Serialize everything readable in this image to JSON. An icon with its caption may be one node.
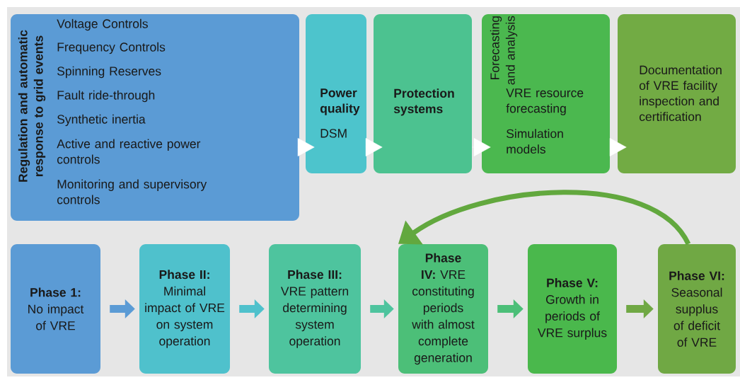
{
  "diagram": {
    "nodes": [
      {
        "text": [
          "Regulation and automatic response to grid events",
          "Voltage Controls",
          "Frequency Controls",
          "Spinning Reserves",
          "Fault ride-through",
          "Synthetic inertia",
          "Active and reactive power controls",
          "Monitoring and supervisory controls"
        ]
      },
      {
        "text": [
          "Power quality",
          "DSM"
        ]
      },
      {
        "text": [
          "Protection systems"
        ]
      },
      {
        "text": [
          "Forecasting and analysis",
          "VRE resource forecasting",
          "Simulation models"
        ]
      },
      {
        "text": [
          "Documentation of VRE facility inspection and certification"
        ]
      },
      {
        "text": [
          "**Phase 1:** No impact of VRE"
        ]
      },
      {
        "text": [
          "**Phase II:** Minimal impact of VRE on system operation"
        ]
      },
      {
        "text": [
          "**Phase III:** VRE pattern determining system operation"
        ]
      },
      {
        "text": [
          "**Phase IV:** VRE constituting periods with almost complete generation"
        ]
      },
      {
        "text": [
          "**Phase V:** Growth in periods of VRE surplus"
        ]
      },
      {
        "text": [
          "**Phase VI:** Seasonal supplus of deficit of VRE"
        ]
      }
    ],
    "edges": [
      {
        "from": 0,
        "to": 1,
        "arrow": "to",
        "color": "#ffffff"
      },
      {
        "from": 1,
        "to": 2,
        "arrow": "to",
        "color": "#ffffff"
      },
      {
        "from": 2,
        "to": 3,
        "arrow": "to",
        "color": "#ffffff"
      },
      {
        "from": 3,
        "to": 4,
        "arrow": "to",
        "color": "#ffffff"
      },
      {
        "from": 5,
        "to": 6,
        "arrow": "to",
        "color": "#5b9bd5"
      },
      {
        "from": 6,
        "to": 7,
        "arrow": "to",
        "color": "#4fc1cc"
      },
      {
        "from": 7,
        "to": 8,
        "arrow": "to",
        "color": "#4ec49e"
      },
      {
        "from": 8,
        "to": 9,
        "arrow": "to",
        "color": "#4cbf78"
      },
      {
        "from": 9,
        "to": 10,
        "arrow": "to",
        "color": "#70a844"
      },
      {
        "from": 10,
        "to": 8,
        "arrow": "to",
        "color": "#62a83e"
      }
    ]
  }
}
